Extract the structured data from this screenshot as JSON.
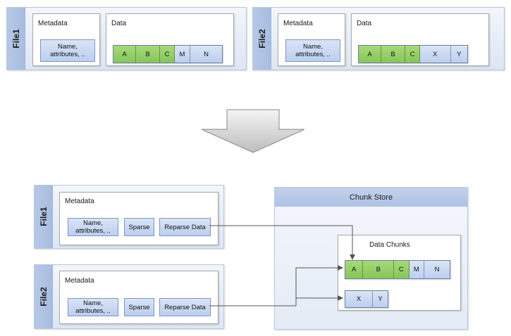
{
  "top": {
    "file1": {
      "label": "File1",
      "metadata_title": "Metadata",
      "metadata_chip": "Name,\nattributes, ..",
      "data_title": "Data",
      "segments": [
        {
          "text": "A",
          "color": "green"
        },
        {
          "text": "B",
          "color": "green"
        },
        {
          "text": "C",
          "color": "green"
        },
        {
          "text": "M",
          "color": "blue"
        },
        {
          "text": "N",
          "color": "blue"
        }
      ]
    },
    "file2": {
      "label": "File2",
      "metadata_title": "Metadata",
      "metadata_chip": "Name,\nattributes, ..",
      "data_title": "Data",
      "segments": [
        {
          "text": "A",
          "color": "green"
        },
        {
          "text": "B",
          "color": "green"
        },
        {
          "text": "C",
          "color": "green"
        },
        {
          "text": "X",
          "color": "blue"
        },
        {
          "text": "Y",
          "color": "blue"
        }
      ]
    }
  },
  "bottom": {
    "file1": {
      "label": "File1",
      "metadata_title": "Metadata",
      "name_chip": "Name,\nattributes, ..",
      "sparse_chip": "Sparse",
      "reparse_chip": "Reparse Data"
    },
    "file2": {
      "label": "File2",
      "metadata_title": "Metadata",
      "name_chip": "Name,\nattributes, ..",
      "sparse_chip": "Sparse",
      "reparse_chip": "Reparse Data"
    },
    "chunk_store": {
      "title": "Chunk Store",
      "data_chunks_title": "Data Chunks",
      "chunks_row1": [
        {
          "text": "A",
          "color": "green"
        },
        {
          "text": "B",
          "color": "green"
        },
        {
          "text": "C",
          "color": "green"
        },
        {
          "text": "M",
          "color": "blue"
        },
        {
          "text": "N",
          "color": "blue"
        }
      ],
      "chunks_row2": [
        {
          "text": "X",
          "color": "blue"
        },
        {
          "text": "Y",
          "color": "blue"
        }
      ]
    }
  },
  "colors": {
    "chunk_green": "#92cd66",
    "chunk_blue": "#c6d6f2",
    "panel_blue": "#a8bde0",
    "arrow_gray": "#c8c8c8"
  },
  "icons": {
    "transform_arrow": "down-arrow-icon"
  }
}
